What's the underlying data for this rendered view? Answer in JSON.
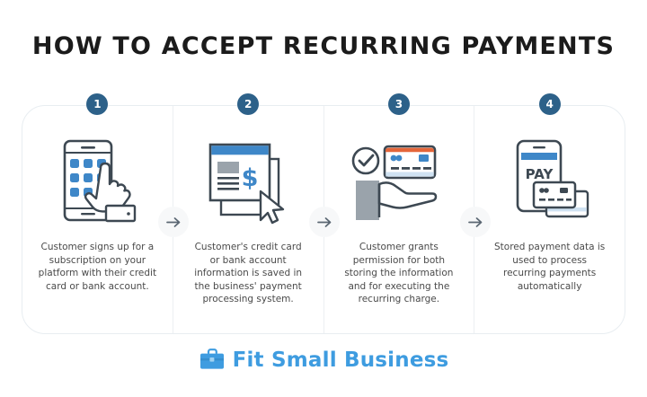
{
  "page": {
    "title": "HOW TO ACCEPT RECURRING PAYMENTS",
    "background_color": "#ffffff",
    "title_color": "#1b1b1b"
  },
  "colors": {
    "badge": "#2d6189",
    "accent_blue": "#3e87c8",
    "icon_stroke": "#3d4852",
    "card_border": "#e8edf1",
    "divider": "#eceff2",
    "arrow_circle": "#f7f8f9",
    "arrow_glyph": "#5a6672",
    "logo_blue": "#3e9ce0",
    "caption_text": "#4a4a4a"
  },
  "steps": [
    {
      "number": "1",
      "icon": "tablet-app-grid-tap-icon",
      "caption": "Customer signs up for a subscription on your platform with their credit card or bank account."
    },
    {
      "number": "2",
      "icon": "browser-payment-form-cursor-icon",
      "caption": "Customer's credit card or bank account information is saved in the business' payment processing system."
    },
    {
      "number": "3",
      "icon": "hand-holding-card-check-icon",
      "caption": "Customer grants permission for both storing the information and for executing the recurring charge."
    },
    {
      "number": "4",
      "icon": "phone-pay-cards-icon",
      "caption": "Stored payment data is used to process recurring payments automatically"
    }
  ],
  "connectors": [
    {
      "glyph": "arrow-right-icon"
    },
    {
      "glyph": "arrow-right-icon"
    },
    {
      "glyph": "arrow-right-icon"
    }
  ],
  "logo": {
    "icon": "briefcase-icon",
    "text": "Fit Small Business"
  }
}
